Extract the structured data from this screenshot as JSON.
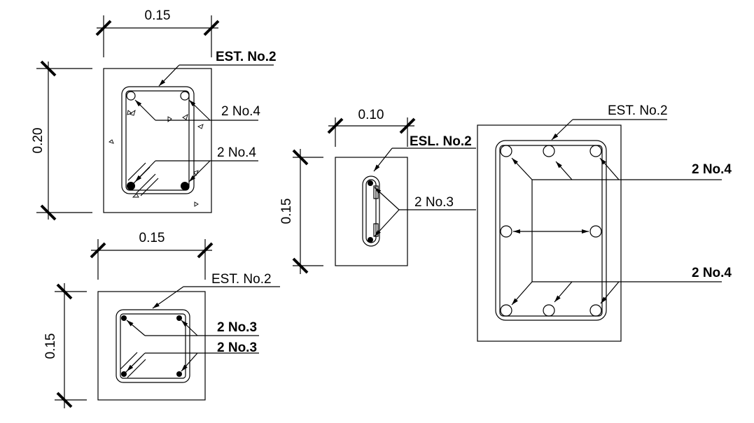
{
  "sections": [
    {
      "width_dim": "0.15",
      "height_dim": "0.20",
      "stirrup_label": "EST. No.2",
      "top_bars_label": "2 No.4",
      "bottom_bars_label": "2 No.4"
    },
    {
      "width_dim": "0.15",
      "height_dim": "0.15",
      "stirrup_label": "EST. No.2",
      "top_bars_label": "2 No.3",
      "bottom_bars_label": "2 No.3"
    },
    {
      "width_dim": "0.10",
      "height_dim": "0.15",
      "stirrup_label": "ESL. No.2",
      "bars_label": "2 No.3"
    },
    {
      "stirrup_label": "EST. No.2",
      "top_bars_label": "2 No.4",
      "bottom_bars_label": "2 No.4"
    }
  ]
}
